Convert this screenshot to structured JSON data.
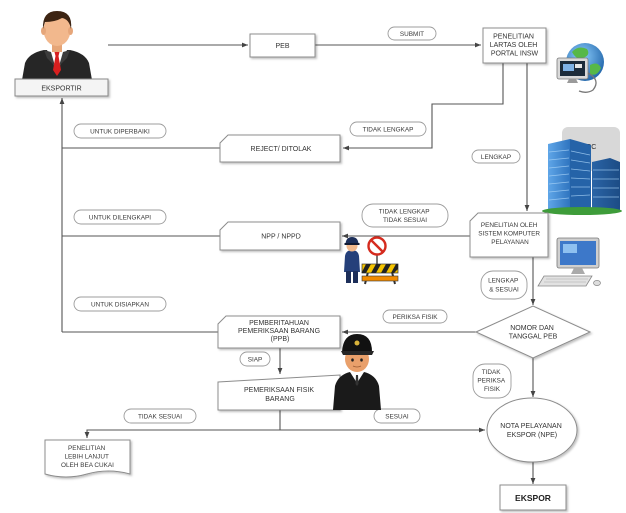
{
  "nodes": {
    "eksportir": "EKSPORTIR",
    "peb": "PEB",
    "lartas": [
      "PENELITIAN",
      "LARTAS OLEH",
      "PORTAL INSW"
    ],
    "reject": "REJECT/ DITOLAK",
    "npp": "NPP / NPPD",
    "sistem": [
      "PENELITIAN OLEH",
      "SISTEM KOMPUTER",
      "PELAYANAN"
    ],
    "nomor_peb": [
      "NOMOR DAN",
      "TANGGAL PEB"
    ],
    "ppb": [
      "PEMBERITAHUAN",
      "PEMERIKSAAN BARANG",
      "(PPB)"
    ],
    "pemeriksaan_fisik": [
      "PEMERIKSAAN FISIK",
      "BARANG"
    ],
    "npe": [
      "NOTA PELAYANAN",
      "EKSPOR (NPE)"
    ],
    "penelitian_lanjut": [
      "PENELITIAN",
      "LEBIH LANJUT",
      "OLEH BEA CUKAI"
    ],
    "ekspor": "EKSPOR",
    "dibc": "DIBC"
  },
  "labels": {
    "submit": "SUBMIT",
    "tidak_lengkap": "TIDAK LENGKAP",
    "untuk_diperbaiki": "UNTUK DIPERBAIKI",
    "lengkap": "LENGKAP",
    "tidak_lengkap_tidak_sesuai": [
      "TIDAK LENGKAP",
      "TIDAK SESUAI"
    ],
    "untuk_dilengkapi": "UNTUK DILENGKAPI",
    "lengkap_sesuai": [
      "LENGKAP",
      "& SESUAI"
    ],
    "untuk_disiapkan": "UNTUK DISIAPKAN",
    "periksa_fisik": "PERIKSA FISIK",
    "siap": "SIAP",
    "tidak_periksa_fisik": [
      "TIDAK",
      "PERIKSA",
      "FISIK"
    ],
    "tidak_sesuai": "TIDAK SESUAI",
    "sesuai": "SESUAI"
  },
  "icons": {
    "eksportir": "businessman-icon",
    "portal_insw": "globe-computer-icon",
    "dibc": "office-building-icon",
    "sistem_komputer": "desktop-computer-icon",
    "penolakan": "police-barricade-icon",
    "pemeriksa": "security-guard-icon"
  },
  "colors": {
    "line": "#555555",
    "box_stroke": "#8c8c8c",
    "text": "#333333",
    "tie": "#d81f1f",
    "building": "#3a85cf"
  }
}
